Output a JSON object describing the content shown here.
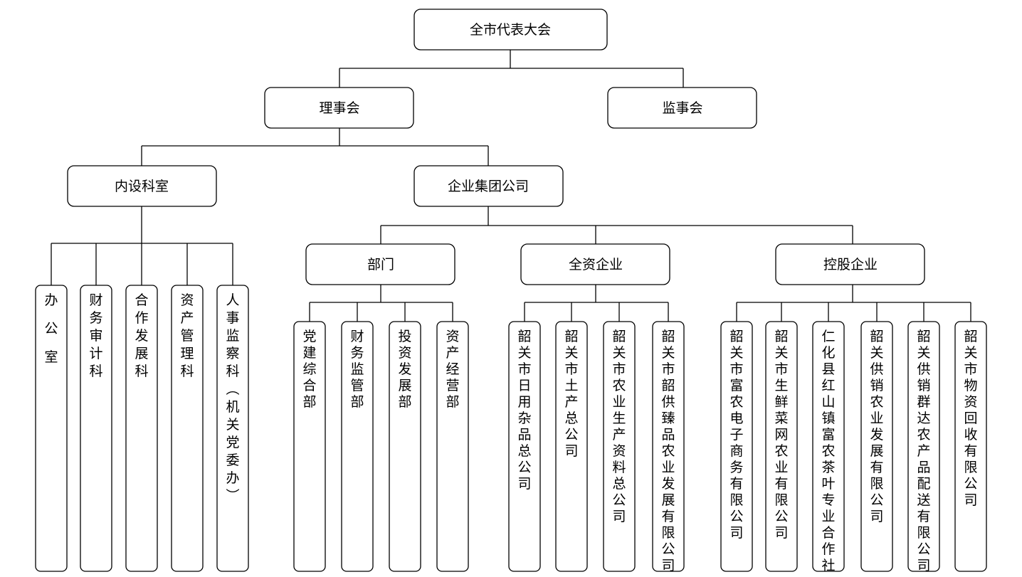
{
  "root": {
    "label": "全市代表大会"
  },
  "level2": [
    {
      "label": "理事会"
    },
    {
      "label": "监事会"
    }
  ],
  "level3": [
    {
      "label": "内设科室"
    },
    {
      "label": "企业集团公司"
    }
  ],
  "internal_departments": [
    {
      "label": "办公室"
    },
    {
      "label": "财务审计科"
    },
    {
      "label": "合作发展科"
    },
    {
      "label": "资产管理科"
    },
    {
      "label": "人事监察科（机关党委办）"
    }
  ],
  "group_divisions": [
    {
      "label": "部门"
    },
    {
      "label": "全资企业"
    },
    {
      "label": "控股企业"
    }
  ],
  "departments": [
    {
      "label": "党建综合部"
    },
    {
      "label": "财务监管部"
    },
    {
      "label": "投资发展部"
    },
    {
      "label": "资产经营部"
    }
  ],
  "wholly_owned": [
    {
      "label": "韶关市日用杂品总公司"
    },
    {
      "label": "韶关市土产总公司"
    },
    {
      "label": "韶关市农业生产资料总公司"
    },
    {
      "label": "韶关市韶供臻品农业发展有限公司"
    }
  ],
  "holding": [
    {
      "label": "韶关市富农电子商务有限公司"
    },
    {
      "label": "韶关市生鲜菜网农业有限公司"
    },
    {
      "label": "仁化县红山镇富农茶叶专业合作社"
    },
    {
      "label": "韶关供销农业发展有限公司"
    },
    {
      "label": "韶关供销群达农产品配送有限公司"
    },
    {
      "label": "韶关市物资回收有限公司"
    }
  ]
}
